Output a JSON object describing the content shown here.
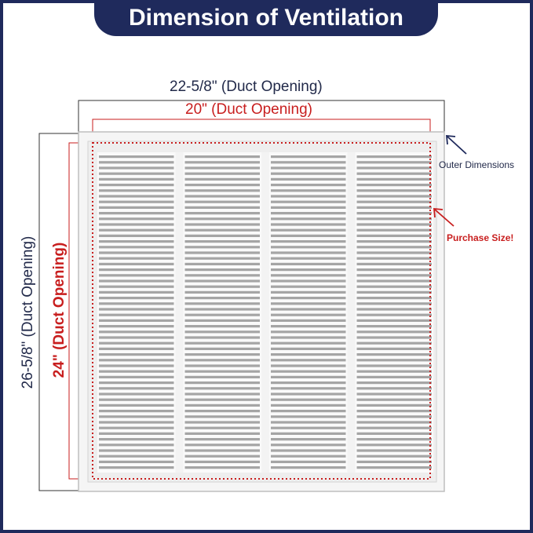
{
  "title": "Dimension of Ventilation",
  "dimensions": {
    "outer_width": "22-5/8\" (Duct Opening)",
    "inner_width": "20\" (Duct Opening)",
    "outer_height": "26-5/8\" (Duct Opening)",
    "inner_height": "24\" (Duct Opening)"
  },
  "callouts": {
    "outer": "Outer Dimensions",
    "purchase": "Purchase Size!"
  },
  "colors": {
    "navy": "#1f2a5c",
    "red": "#c81e1e",
    "grille": "#f2f2f2"
  },
  "grille": {
    "columns": 4
  }
}
